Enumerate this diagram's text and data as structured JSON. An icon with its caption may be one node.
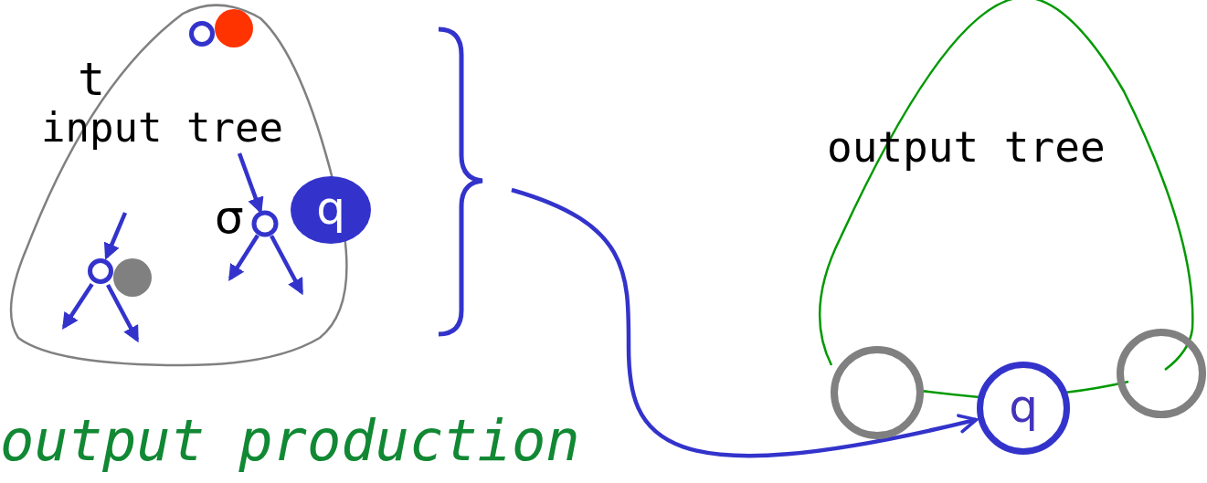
{
  "diagram": {
    "nodes": [
      {
        "text": [
          "t",
          "input tree"
        ]
      },
      {
        "text": [],
        "shape": "circle",
        "in": 0
      },
      {
        "text": [],
        "shape": "circle",
        "in": 0
      },
      {
        "text": [],
        "shape": "circle",
        "beside": [
          "σ"
        ],
        "in": 0
      },
      {
        "text": [
          "q"
        ]
      },
      {
        "text": [],
        "shape": "circle",
        "in": 0
      },
      {
        "text": [],
        "shape": "circle",
        "in": 0
      },
      {
        "text": [
          "output tree"
        ]
      },
      {
        "text": [],
        "shape": "circle"
      },
      {
        "text": [
          "q"
        ]
      },
      {
        "text": [],
        "shape": "circle"
      }
    ],
    "edges": [
      {
        "from": null,
        "to": 3,
        "arrow": "to"
      },
      {
        "from": 3,
        "to": null,
        "arrow": "to"
      },
      {
        "from": 3,
        "to": null,
        "arrow": "to"
      },
      {
        "from": null,
        "to": 5,
        "arrow": "to"
      },
      {
        "from": 5,
        "to": null,
        "arrow": "to"
      },
      {
        "from": 5,
        "to": null,
        "arrow": "to"
      },
      {
        "from": null,
        "to": 9,
        "arrow": "to"
      }
    ],
    "labels": [
      "output production"
    ]
  }
}
